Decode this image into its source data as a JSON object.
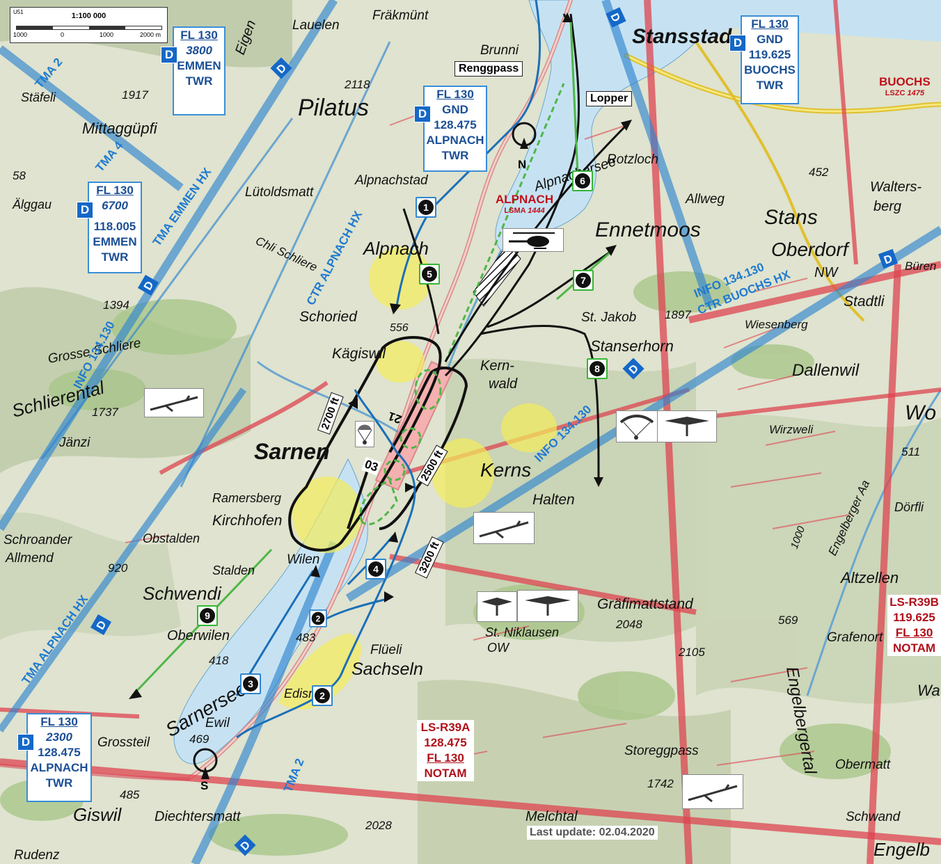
{
  "scale": {
    "label": "1:100 000",
    "units": "m",
    "ticks": [
      "1000",
      "0",
      "1000",
      "2000 m"
    ],
    "corner": "U51"
  },
  "update": "Last update: 02.04.2020",
  "colors": {
    "water": "#c6e2f2",
    "airspace_blue": "#2f86d0",
    "restricted_red": "#dd4450",
    "route_black": "#111111",
    "route_green": "#4fb648",
    "hazard_yellow": "#f4ec5a"
  },
  "places": [
    {
      "name": "Fräkmünt"
    },
    {
      "name": "Lauelen"
    },
    {
      "name": "Brunni"
    },
    {
      "name": "Stansstad"
    },
    {
      "name": "Stäfeli"
    },
    {
      "name": "1917"
    },
    {
      "name": "Pilatus"
    },
    {
      "name": "2118"
    },
    {
      "name": "Mittaggüpfi"
    },
    {
      "name": "Lütoldsmatt"
    },
    {
      "name": "Alpnachstad"
    },
    {
      "name": "Rotzloch"
    },
    {
      "name": "452"
    },
    {
      "name": "Walters-"
    },
    {
      "name": "berg"
    },
    {
      "name": "Allweg"
    },
    {
      "name": "Stans"
    },
    {
      "name": "Ennetmoos"
    },
    {
      "name": "Oberdorf"
    },
    {
      "name": "NW"
    },
    {
      "name": "Alpnach"
    },
    {
      "name": "Chli Schliere"
    },
    {
      "name": "Alpnachersee"
    },
    {
      "name": "Schoried"
    },
    {
      "name": "556"
    },
    {
      "name": "St. Jakob"
    },
    {
      "name": "1897"
    },
    {
      "name": "Stanserhorn"
    },
    {
      "name": "Wiesenberg"
    },
    {
      "name": "Stadtli"
    },
    {
      "name": "Kägiswil"
    },
    {
      "name": "Kern-"
    },
    {
      "name": "wald"
    },
    {
      "name": "Dallenwil"
    },
    {
      "name": "Wirzweli"
    },
    {
      "name": "Sarnen"
    },
    {
      "name": "Kerns"
    },
    {
      "name": "Halten"
    },
    {
      "name": "Ramersberg"
    },
    {
      "name": "Kirchhofen"
    },
    {
      "name": "Obstalden"
    },
    {
      "name": "Wilen"
    },
    {
      "name": "920"
    },
    {
      "name": "Stalden"
    },
    {
      "name": "Schwendi"
    },
    {
      "name": "Oberwilen"
    },
    {
      "name": "483"
    },
    {
      "name": "Flüeli"
    },
    {
      "name": "St. Niklausen"
    },
    {
      "name": "OW"
    },
    {
      "name": "Gräfimattstand"
    },
    {
      "name": "2048"
    },
    {
      "name": "2105"
    },
    {
      "name": "569"
    },
    {
      "name": "Grafenort"
    },
    {
      "name": "418"
    },
    {
      "name": "Sachseln"
    },
    {
      "name": "Ewil"
    },
    {
      "name": "Edisried"
    },
    {
      "name": "469"
    },
    {
      "name": "Grossteil"
    },
    {
      "name": "Giswil"
    },
    {
      "name": "Diechtersmatt"
    },
    {
      "name": "485"
    },
    {
      "name": "Rudenz"
    },
    {
      "name": "2028"
    },
    {
      "name": "Melchtal"
    },
    {
      "name": "Storeggpass"
    },
    {
      "name": "1742"
    },
    {
      "name": "Obermatt"
    },
    {
      "name": "Schwand"
    },
    {
      "name": "Engelb"
    },
    {
      "name": "Altzellen"
    },
    {
      "name": "Dörfli"
    },
    {
      "name": "511"
    },
    {
      "name": "Wo"
    },
    {
      "name": "Wa"
    },
    {
      "name": "Büren"
    },
    {
      "name": "1394"
    },
    {
      "name": "Grosse Schliere"
    },
    {
      "name": "Schlierental"
    },
    {
      "name": "1737"
    },
    {
      "name": "Jänzi"
    },
    {
      "name": "Älggau"
    },
    {
      "name": "58"
    },
    {
      "name": "Schroander"
    },
    {
      "name": "Allmend"
    },
    {
      "name": "Eigen"
    },
    {
      "name": "Sarnersee"
    },
    {
      "name": "Engelberger Aa"
    },
    {
      "name": "1000"
    },
    {
      "name": "Engelbergertal"
    }
  ],
  "airspace_labels": [
    {
      "text": "TMA 2"
    },
    {
      "text": "TMA 4"
    },
    {
      "text": "TMA EMMEN HX"
    },
    {
      "text": "CTR ALPNACH HX"
    },
    {
      "text": "INFO 134.130"
    },
    {
      "text": "INFO 134.130"
    },
    {
      "text": "INFO 134.130"
    },
    {
      "text": "CTR BUOCHS HX"
    },
    {
      "text": "TMA ALPNACH HX"
    },
    {
      "text": "TMA 2"
    }
  ],
  "class_badge": "D",
  "freq_boxes": [
    {
      "lines": [
        "FL 130",
        "3800",
        "EMMEN",
        "TWR"
      ]
    },
    {
      "lines": [
        "FL 130",
        "GND",
        "128.475",
        "ALPNACH",
        "TWR"
      ]
    },
    {
      "lines": [
        "FL 130",
        "GND",
        "119.625",
        "BUOCHS",
        "TWR"
      ]
    },
    {
      "lines": [
        "FL 130",
        "6700",
        "118.005",
        "EMMEN",
        "TWR"
      ]
    },
    {
      "lines": [
        "FL 130",
        "2300",
        "128.475",
        "ALPNACH",
        "TWR"
      ]
    }
  ],
  "aerodromes": [
    {
      "name": "ALPNACH",
      "code": "LSMA",
      "elev": "1444"
    },
    {
      "name": "BUOCHS",
      "code": "LSZC",
      "elev": "1475"
    }
  ],
  "restricted": [
    {
      "lines": [
        "LS-R39A",
        "128.475",
        "FL 130",
        "NOTAM"
      ]
    },
    {
      "lines": [
        "LS-R39B",
        "119.625",
        "FL 130",
        "NOTAM"
      ]
    }
  ],
  "reporting_points": [
    "Renggpass",
    "Lopper"
  ],
  "gates": [
    {
      "letter": "N"
    },
    {
      "letter": "S"
    }
  ],
  "runway": {
    "ends": [
      "03",
      "21"
    ]
  },
  "altitudes": [
    "2700 ft",
    "2500 ft",
    "3200 ft"
  ],
  "waypoints": [
    {
      "num": "1",
      "color": "blue"
    },
    {
      "num": "2",
      "color": "blue"
    },
    {
      "num": "3",
      "color": "blue"
    },
    {
      "num": "4",
      "color": "blue"
    },
    {
      "num": "2",
      "color": "blue"
    },
    {
      "num": "5",
      "color": "green"
    },
    {
      "num": "6",
      "color": "green"
    },
    {
      "num": "7",
      "color": "green"
    },
    {
      "num": "8",
      "color": "green"
    },
    {
      "num": "9",
      "color": "green"
    }
  ],
  "activity_icons": [
    "glider-icon",
    "glider-icon",
    "glider-icon",
    "paraglider-icon",
    "hang-glider-icon",
    "hang-glider-icon",
    "hang-glider-icon",
    "parachute-icon",
    "helicopter-icon"
  ]
}
